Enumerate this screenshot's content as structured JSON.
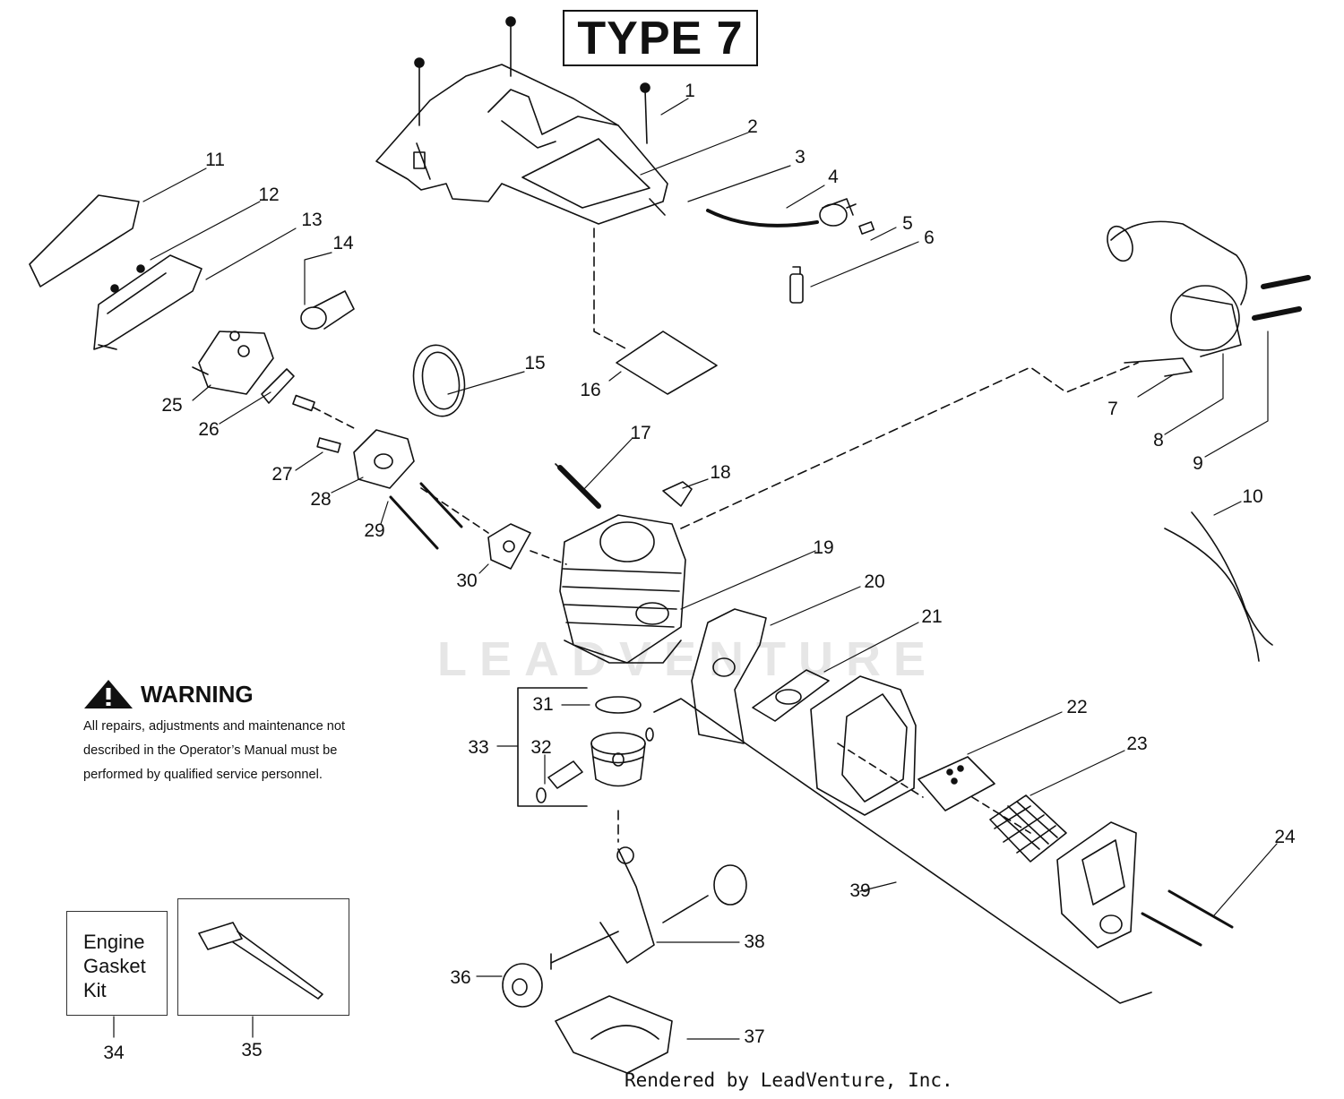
{
  "title": "TYPE 7",
  "warning": {
    "heading": "WARNING",
    "line1": "All repairs, adjustments and maintenance not",
    "line2": "described in the Operator’s Manual must be",
    "line3": "performed by qualified  service personnel."
  },
  "kit_label": {
    "line1": "Engine",
    "line2": "Gasket",
    "line3": "Kit"
  },
  "watermark": "LEADVENTURE",
  "footer": "Rendered by LeadVenture, Inc.",
  "callouts": [
    "1",
    "2",
    "3",
    "4",
    "5",
    "6",
    "7",
    "8",
    "9",
    "10",
    "11",
    "12",
    "13",
    "14",
    "15",
    "16",
    "17",
    "18",
    "19",
    "20",
    "21",
    "22",
    "23",
    "24",
    "25",
    "26",
    "27",
    "28",
    "29",
    "30",
    "31",
    "32",
    "33",
    "34",
    "35",
    "36",
    "37",
    "38",
    "39"
  ]
}
